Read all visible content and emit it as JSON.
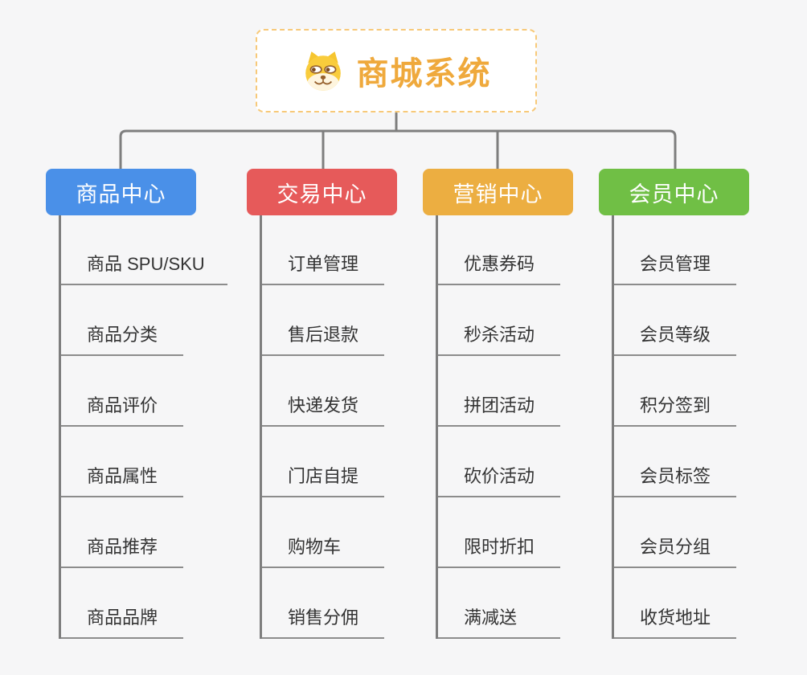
{
  "root": {
    "title": "商城系统",
    "icon": "dog-icon"
  },
  "branches": [
    {
      "slug": "product-center",
      "label": "商品中心",
      "color": "#4A90E8",
      "items": [
        "商品 SPU/SKU",
        "商品分类",
        "商品评价",
        "商品属性",
        "商品推荐",
        "商品品牌"
      ]
    },
    {
      "slug": "trade-center",
      "label": "交易中心",
      "color": "#E65A5A",
      "items": [
        "订单管理",
        "售后退款",
        "快递发货",
        "门店自提",
        "购物车",
        "销售分佣"
      ]
    },
    {
      "slug": "marketing-center",
      "label": "营销中心",
      "color": "#ECAE41",
      "items": [
        "优惠券码",
        "秒杀活动",
        "拼团活动",
        "砍价活动",
        "限时折扣",
        "满减送"
      ]
    },
    {
      "slug": "member-center",
      "label": "会员中心",
      "color": "#70BF45",
      "items": [
        "会员管理",
        "会员等级",
        "积分签到",
        "会员标签",
        "会员分组",
        "收货地址"
      ]
    }
  ],
  "colors": {
    "background": "#F6F6F7",
    "connector": "#7E7E7E",
    "underline": "#8C8C8C",
    "root_text": "#EFA93C",
    "root_border": "#F7C979",
    "leaf_text": "#333333",
    "header_text": "#FFFFFF"
  }
}
